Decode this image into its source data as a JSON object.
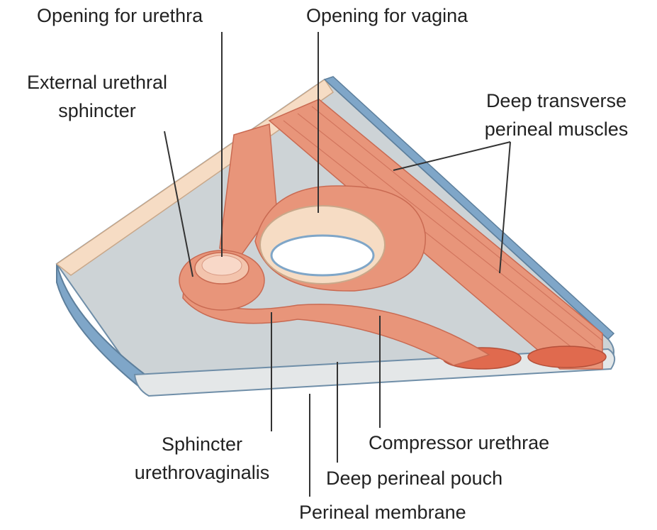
{
  "labels": {
    "opening_urethra": "Opening for urethra",
    "opening_vagina": "Opening for vagina",
    "external_sphincter_1": "External urethral",
    "external_sphincter_2": "sphincter",
    "deep_transverse_1": "Deep transverse",
    "deep_transverse_2": "perineal muscles",
    "sphincter_uv_1": "Sphincter",
    "sphincter_uv_2": "urethrovaginalis",
    "compressor": "Compressor urethrae",
    "deep_pouch": "Deep perineal pouch",
    "perineal_membrane": "Perineal membrane"
  },
  "colors": {
    "muscle": "#e8957a",
    "muscle_dark": "#c96a52",
    "muscle_light": "#f3c4ad",
    "membrane_fill": "#cdd3d6",
    "membrane_edge": "#7fa6c8",
    "fascia_top": "#f6dcc4",
    "leader": "#333333"
  }
}
